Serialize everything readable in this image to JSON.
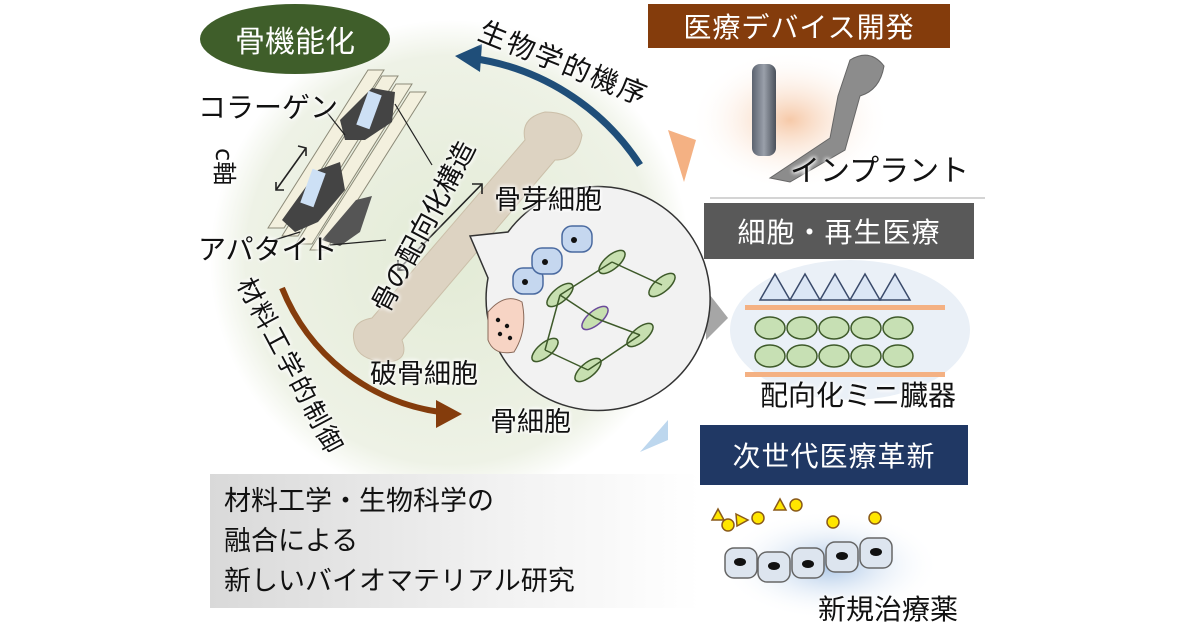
{
  "title_pill": "骨機能化",
  "left_diagram": {
    "collagen_label": "コラーゲン",
    "c_axis_label": "c軸",
    "apatite_label": "アパタイト",
    "orientation_label": "骨の配向化構造",
    "osteoblast_label": "骨芽細胞",
    "osteoclast_label": "破骨細胞",
    "osteocyte_label": "骨細胞"
  },
  "cycle": {
    "top_arrow_label": "生物学的機序",
    "bottom_arrow_label": "材料工学的制御",
    "top_arrow_color": "#1f4e79",
    "bottom_arrow_color": "#843c0c"
  },
  "summary": {
    "lines": [
      "材料工学・生物科学の",
      "融合による",
      "新しいバイオマテリアル研究"
    ]
  },
  "applications": [
    {
      "heading": "医療デバイス開発",
      "caption": "インプラント",
      "color": "#843c0c"
    },
    {
      "heading": "細胞・再生医療",
      "caption": "配向化ミニ臓器",
      "color": "#595959"
    },
    {
      "heading": "次世代医療革新",
      "caption": "新規治療薬",
      "color": "#203864"
    }
  ]
}
